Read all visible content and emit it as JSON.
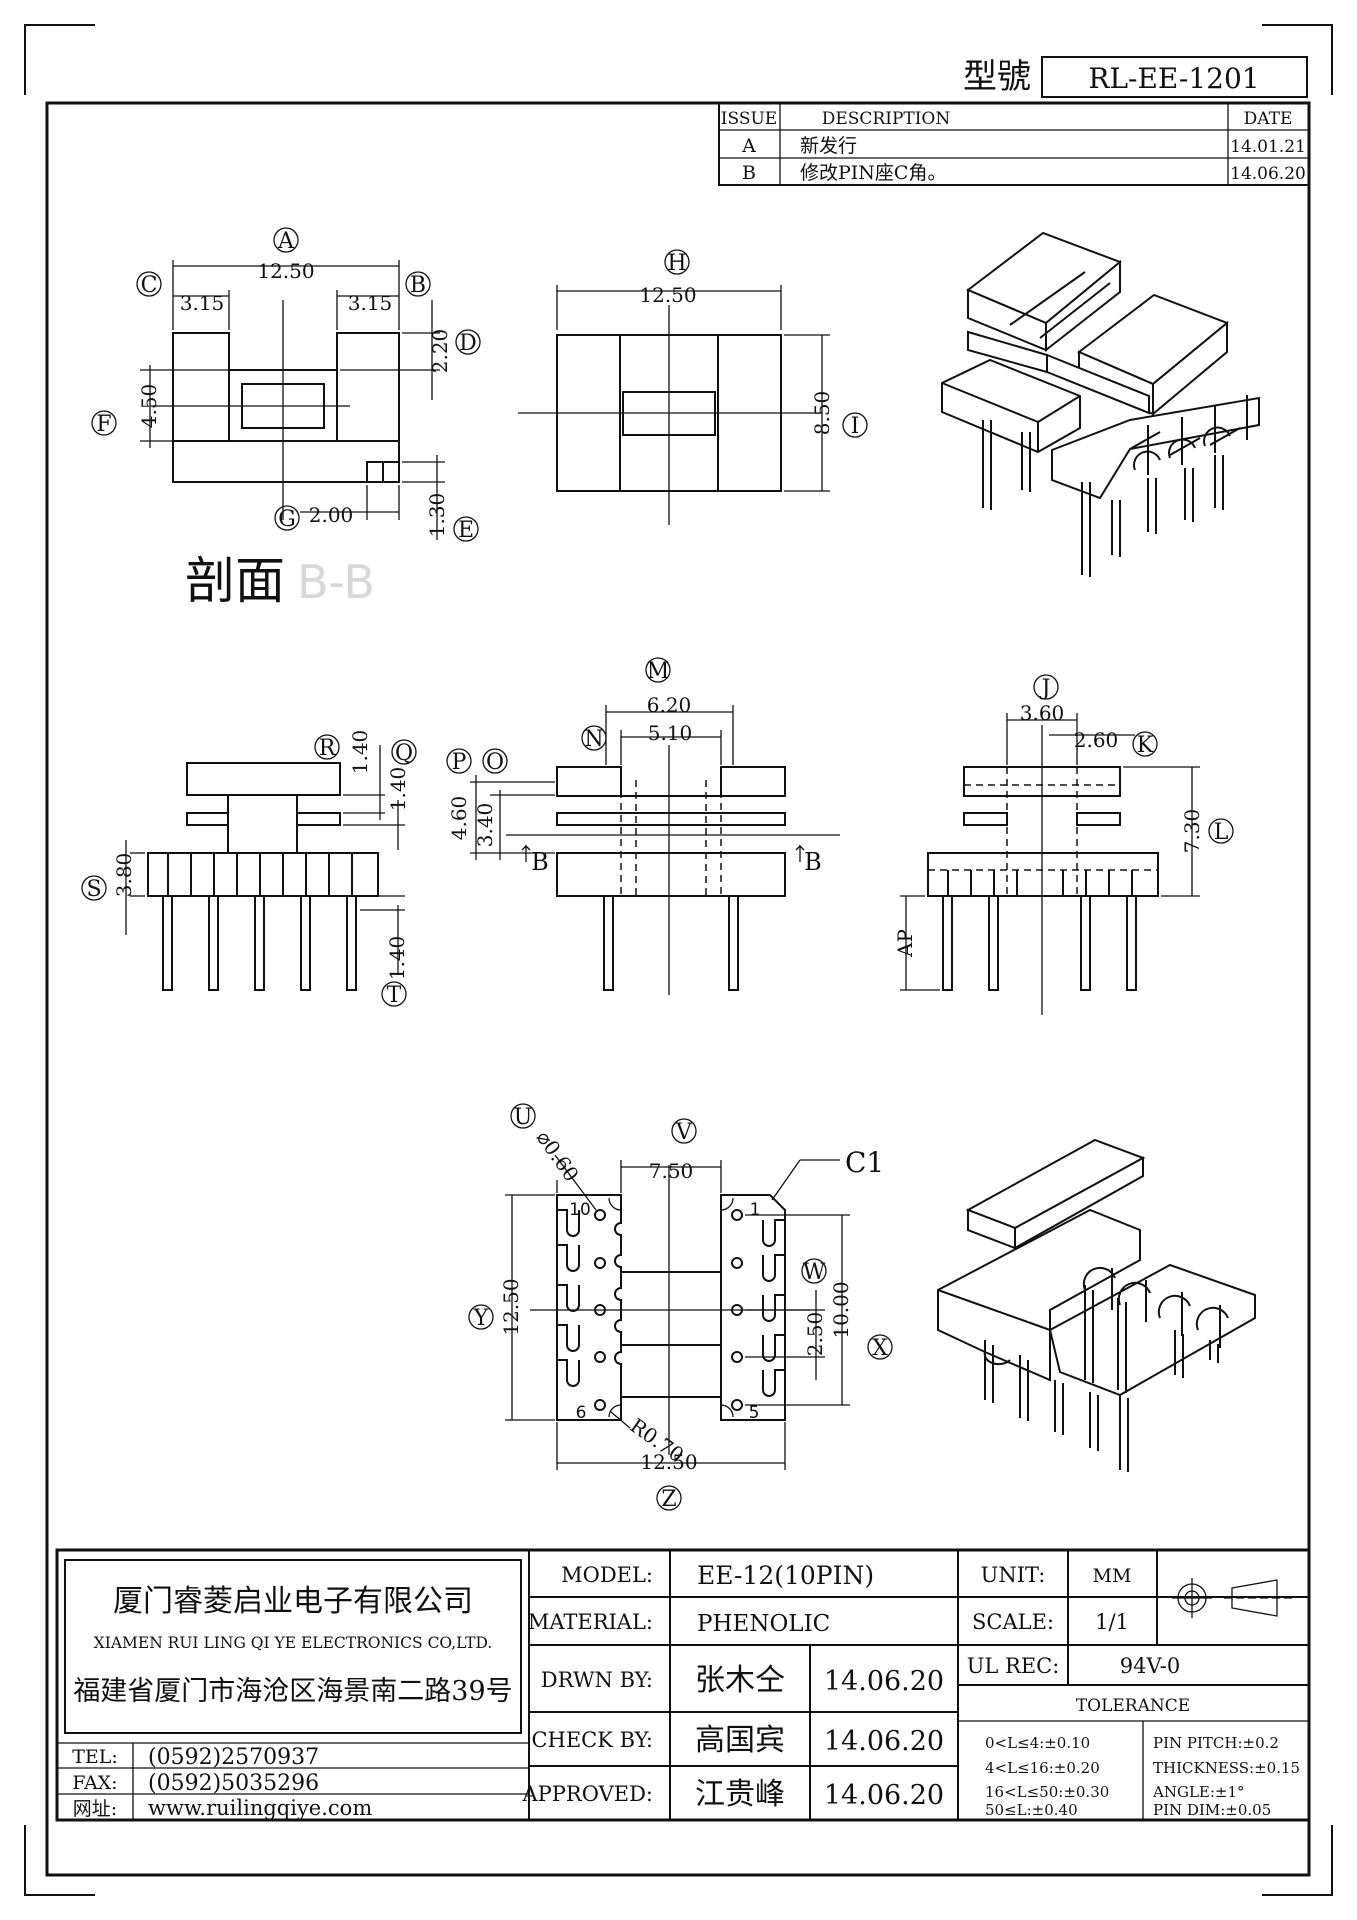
{
  "header": {
    "model_label": "型號",
    "model_number": "RL-EE-1201"
  },
  "revision_table": {
    "headers": [
      "ISSUE",
      "DESCRIPTION",
      "DATE"
    ],
    "rows": [
      {
        "issue": "A",
        "description": "新发行",
        "date": "14.01.21"
      },
      {
        "issue": "B",
        "description": "修改PIN座C角。",
        "date": "14.06.20"
      }
    ]
  },
  "top_view": {
    "A": "A",
    "B": "B",
    "C": "C",
    "D": "D",
    "E": "E",
    "F": "F",
    "G": "G",
    "dim_A": "12.50",
    "dim_C": "3.15",
    "dim_B": "3.15",
    "dim_D": "2.20",
    "dim_F": "4.50",
    "dim_G": "2.00",
    "dim_E": "1.30",
    "section_label": "剖面",
    "section_id": "B-B"
  },
  "front_view": {
    "H": "H",
    "I": "I",
    "dim_H": "12.50",
    "dim_I": "8.50"
  },
  "side_left": {
    "R": "R",
    "Q": "Q",
    "S": "S",
    "T": "T",
    "dim_R": "1.40",
    "dim_Q": "1.40",
    "dim_S": "3.80",
    "dim_T": "1.40"
  },
  "side_mid": {
    "M": "M",
    "N": "N",
    "P": "P",
    "O": "O",
    "dim_M": "6.20",
    "dim_N": "5.10",
    "dim_P": "4.60",
    "dim_O": "3.40",
    "section_mark": "B"
  },
  "side_right": {
    "J": "J",
    "K": "K",
    "L": "L",
    "dim_J": "3.60",
    "dim_K": "2.60",
    "dim_L": "7.30",
    "dim_AP": "AP"
  },
  "bottom_view": {
    "U": "U",
    "V": "V",
    "W": "W",
    "X": "X",
    "Y": "Y",
    "Z": "Z",
    "dim_U": "⌀0.60",
    "dim_V": "7.50",
    "dim_W": "2.50",
    "dim_X": "10.00",
    "dim_Y": "12.50",
    "dim_Z": "12.50",
    "dim_R": "R0.70",
    "chamfer": "C1",
    "pin_labels": [
      "10",
      "1",
      "6",
      "5"
    ]
  },
  "title_block": {
    "company_cn": "厦门睿菱启业电子有限公司",
    "company_en": "XIAMEN RUI LING QI YE ELECTRONICS CO,LTD.",
    "address": "福建省厦门市海沧区海景南二路39号",
    "tel_label": "TEL:",
    "tel": "(0592)2570937",
    "fax_label": "FAX:",
    "fax": "(0592)5035296",
    "web_label": "网址:",
    "web": "www.ruilingqiye.com",
    "model_label": "MODEL:",
    "model": "EE-12(10PIN)",
    "material_label": "MATERIAL:",
    "material": "PHENOLIC",
    "drawn_label": "DRWN BY:",
    "drawn_by": "张木仝",
    "drawn_date": "14.06.20",
    "check_label": "CHECK BY:",
    "check_by": "高国宾",
    "check_date": "14.06.20",
    "approved_label": "APPROVED:",
    "approved_by": "江贵峰",
    "approved_date": "14.06.20",
    "unit_label": "UNIT:",
    "unit": "MM",
    "scale_label": "SCALE:",
    "scale": "1/1",
    "ul_label": "UL REC:",
    "ul": "94V-0",
    "tolerance_label": "TOLERANCE",
    "tol_1": "0<L≤4:±0.10",
    "tol_2": "4<L≤16:±0.20",
    "tol_3": "16<L≤50:±0.30",
    "tol_4": "50≤L:±0.40",
    "tol_pitch": "PIN PITCH:±0.2",
    "tol_thickness": "THICKNESS:±0.15",
    "tol_angle": "ANGLE:±1°",
    "tol_pin_dim": "PIN DIM:±0.05"
  }
}
